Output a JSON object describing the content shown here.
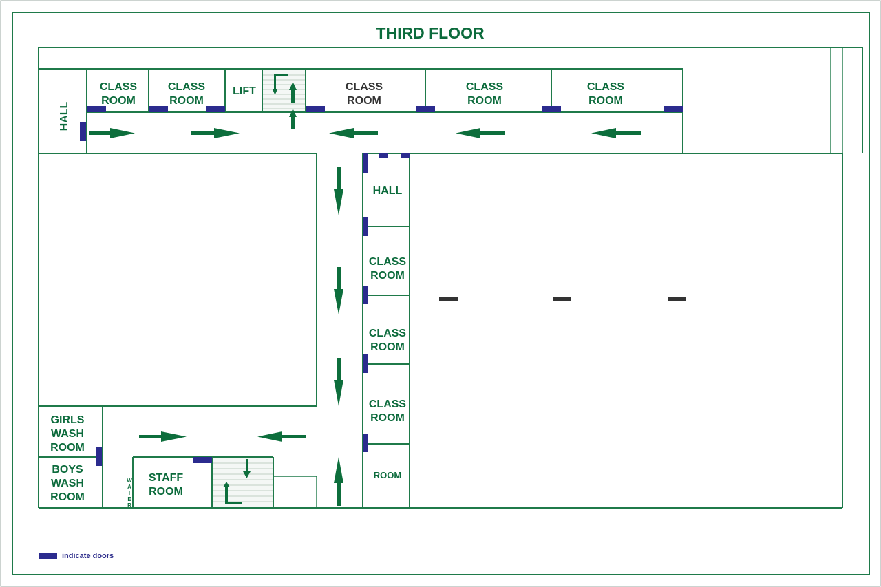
{
  "title": "THIRD FLOOR",
  "rooms": {
    "hall_left": "HALL",
    "class_1": [
      "CLASS",
      "ROOM"
    ],
    "class_2": [
      "CLASS",
      "ROOM"
    ],
    "lift": "LIFT",
    "class_3": [
      "CLASS",
      "ROOM"
    ],
    "class_4": [
      "CLASS",
      "ROOM"
    ],
    "class_5": [
      "CLASS",
      "ROOM"
    ],
    "hall_mid": "HALL",
    "class_6": [
      "CLASS",
      "ROOM"
    ],
    "class_7": [
      "CLASS",
      "ROOM"
    ],
    "class_8": [
      "CLASS",
      "ROOM"
    ],
    "room_small": "ROOM",
    "girls_wash": [
      "GIRLS",
      "WASH",
      "ROOM"
    ],
    "boys_wash": [
      "BOYS",
      "WASH",
      "ROOM"
    ],
    "water": [
      "W",
      "A",
      "T",
      "E",
      "R"
    ],
    "staff_room": [
      "STAFF",
      "ROOM"
    ]
  },
  "legend": {
    "text": "indicate doors",
    "door_color": "#2b2b8e"
  },
  "colors": {
    "wall": "#1f7a4a",
    "arrow": "#0d6e3c",
    "label": "#0c6b3c"
  },
  "arrows": [
    {
      "id": "corridor-top-1",
      "direction": "right"
    },
    {
      "id": "corridor-top-2",
      "direction": "right"
    },
    {
      "id": "corridor-top-3",
      "direction": "left"
    },
    {
      "id": "corridor-top-4",
      "direction": "left"
    },
    {
      "id": "corridor-top-5",
      "direction": "left"
    },
    {
      "id": "stair-top",
      "direction": "up"
    },
    {
      "id": "corridor-vert-1",
      "direction": "down"
    },
    {
      "id": "corridor-vert-2",
      "direction": "down"
    },
    {
      "id": "corridor-vert-3",
      "direction": "down"
    },
    {
      "id": "corridor-vert-4",
      "direction": "up"
    },
    {
      "id": "corridor-bottom-1",
      "direction": "right"
    },
    {
      "id": "corridor-bottom-2",
      "direction": "left"
    }
  ]
}
